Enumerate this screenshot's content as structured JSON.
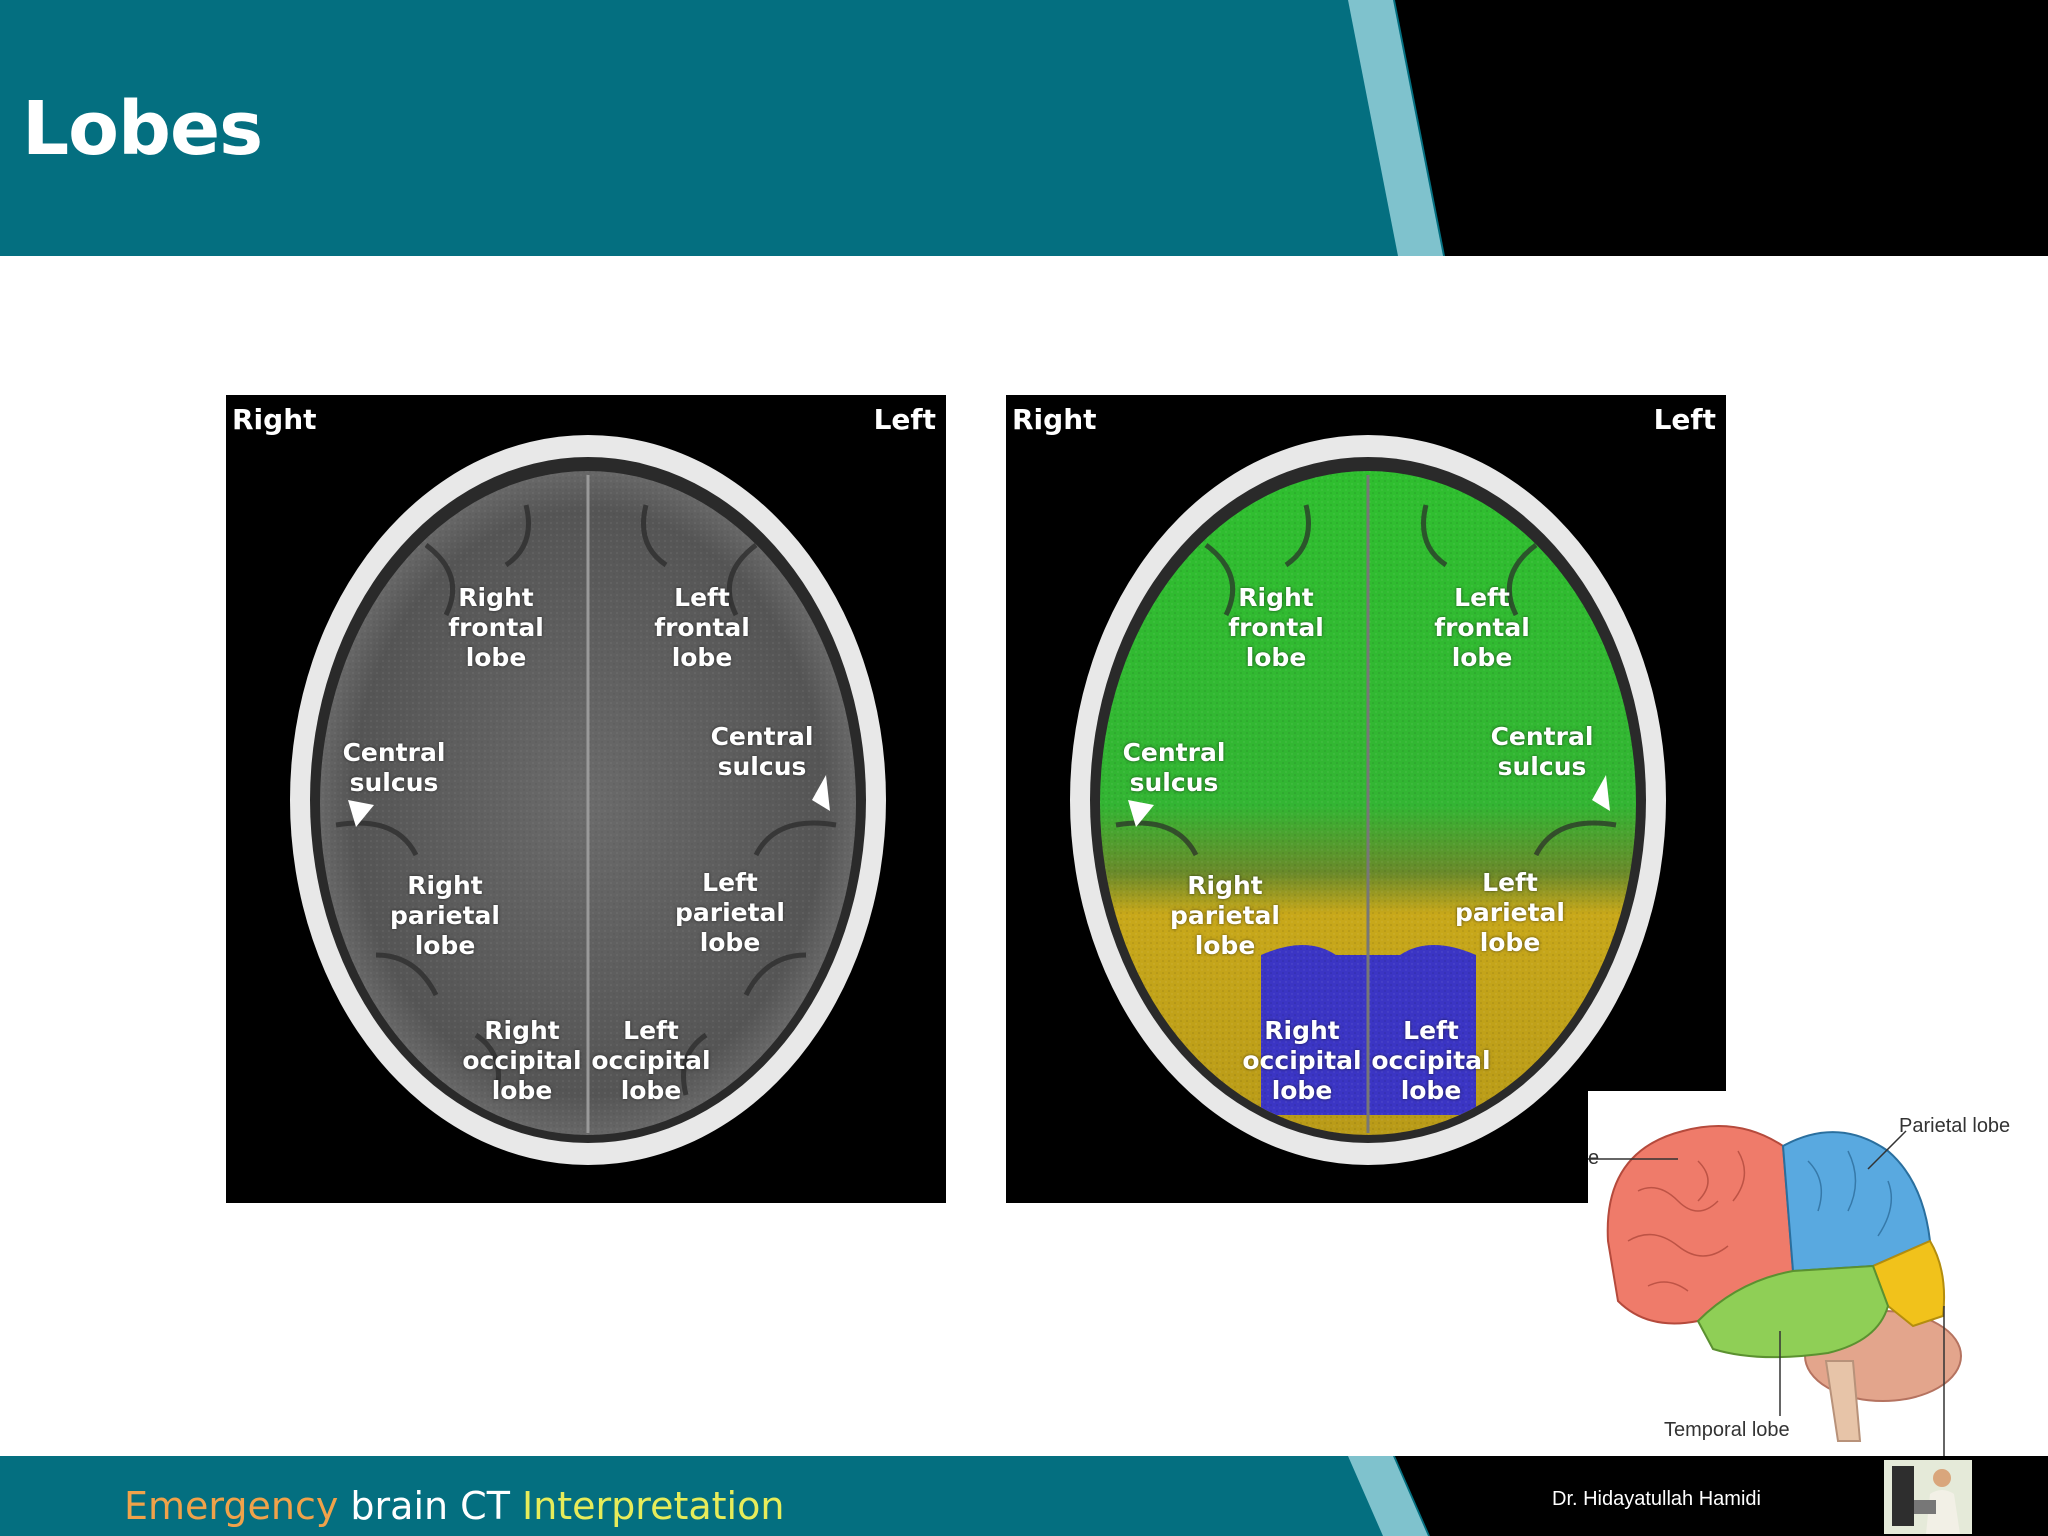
{
  "slide": {
    "title": "Lobes"
  },
  "footer": {
    "title_part1": "Emergency",
    "title_part2": " brain CT ",
    "title_part3": "Interpretation",
    "author": "Dr. Hidayatullah Hamidi"
  },
  "ct_orientation": {
    "right": "Right",
    "left": "Left"
  },
  "lobe_labels": {
    "right_frontal": [
      "Right",
      "frontal",
      "lobe"
    ],
    "left_frontal": [
      "Left",
      "frontal",
      "lobe"
    ],
    "central_sulcus": [
      "Central",
      "sulcus"
    ],
    "right_parietal": [
      "Right",
      "parietal",
      "lobe"
    ],
    "left_parietal": [
      "Left",
      "parietal",
      "lobe"
    ],
    "right_occipital": [
      "Right",
      "occipital",
      "lobe"
    ],
    "left_occipital": [
      "Left",
      "occipital",
      "lobe"
    ]
  },
  "inset": {
    "parietal": "Parietal lobe",
    "temporal": "Temporal lobe",
    "cut_label": "e"
  },
  "colors": {
    "header_teal": "#046f80",
    "stripe": "#7fc2cd",
    "frontal": "#2fbf2f",
    "parietal": "#c8a81a",
    "occipital": "#3b35c4"
  }
}
